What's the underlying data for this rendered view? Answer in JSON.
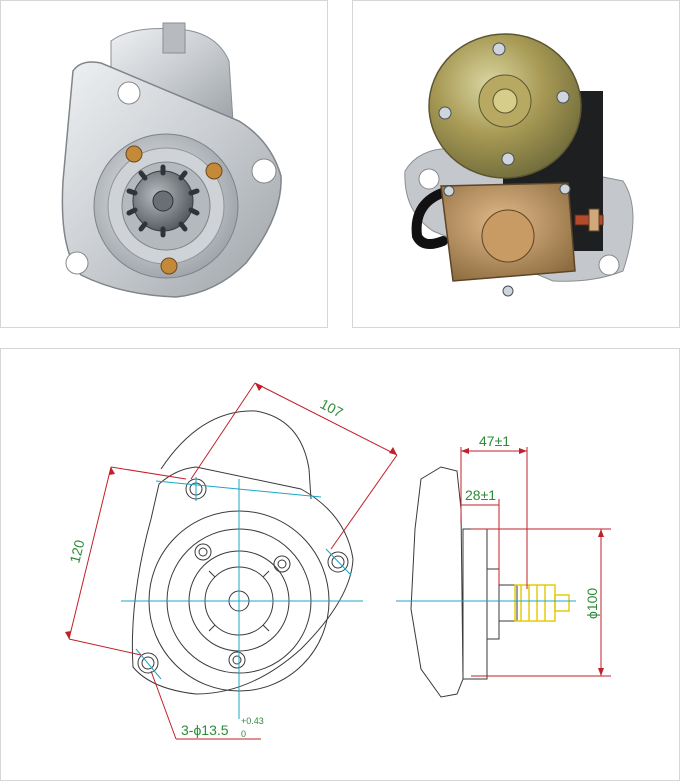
{
  "panels": {
    "front_photo": "starter motor front view photo",
    "rear_photo": "starter motor rear view photo",
    "drawing": "dimension drawing"
  },
  "dimensions": {
    "width_diag": "107",
    "height_left": "120",
    "overall_len": "47±1",
    "pinion_len": "28±1",
    "diameter": "ϕ100",
    "holes_main": "3-ϕ13.5",
    "holes_tol_upper": "+0.43",
    "holes_tol_lower": "0"
  },
  "colors": {
    "dim_text": "#2e8b3a",
    "dim_line": "#c0202a",
    "center_line": "#1aa7c7",
    "outline": "#333333",
    "pinion_highlight": "#e3c800"
  }
}
